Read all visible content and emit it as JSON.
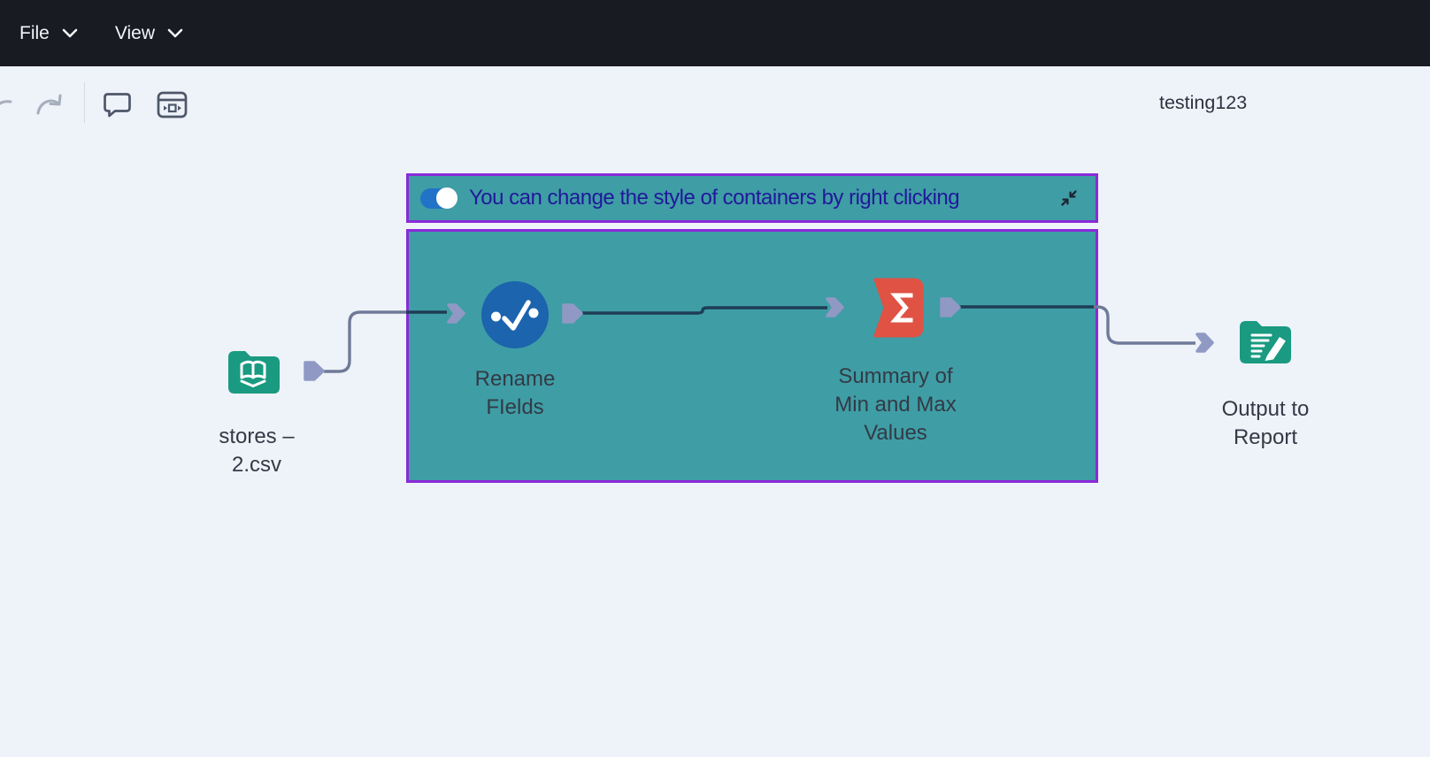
{
  "menu_bar": {
    "items": [
      {
        "label": "File"
      },
      {
        "label": "View"
      }
    ]
  },
  "toolbar": {
    "workflow_name": "testing123",
    "icons": {
      "undo": "undo-arrow",
      "redo": "redo-arrow",
      "comment": "speech-bubble",
      "tool_container": "window-with-tool"
    }
  },
  "container": {
    "title": "You can change the style of containers by right clicking",
    "toggle_state": "on",
    "collapse_icon": "collapse-arrows"
  },
  "nodes": [
    {
      "id": "input-file",
      "icon": "book-folder",
      "label_lines": [
        "stores –",
        "2.csv"
      ]
    },
    {
      "id": "rename-fields",
      "icon": "check-circle",
      "label_lines": [
        "Rename",
        "FIelds"
      ]
    },
    {
      "id": "summarize",
      "icon": "sigma-banner",
      "label_lines": [
        "Summary of",
        "Min and Max",
        "Values"
      ]
    },
    {
      "id": "output-report",
      "icon": "report-pencil-folder",
      "label_lines": [
        "Output to",
        "Report"
      ]
    }
  ],
  "colors": {
    "topbar-bg": "#191B22",
    "menu-text": "#F4F5F8",
    "canvas-bg": "#EEF2F9",
    "separator": "#D6DBE4",
    "icon-dark": "#4D5769",
    "icon-muted": "#A6AEBC",
    "workflow-name-text": "#2C3340",
    "container-teal": "#3F9DA5",
    "container-border": "#8A2AD8",
    "container-title": "#20199B",
    "toggle-blue": "#2173C8",
    "collapse-icon": "#1D2430",
    "wire-dark": "#1E3D54",
    "wire-light": "#6F7A98",
    "anchor": "#8F99C4",
    "node-teal": "#199A81",
    "node-blue": "#1C64AD",
    "node-red": "#E05243",
    "label-text": "#333A45"
  }
}
